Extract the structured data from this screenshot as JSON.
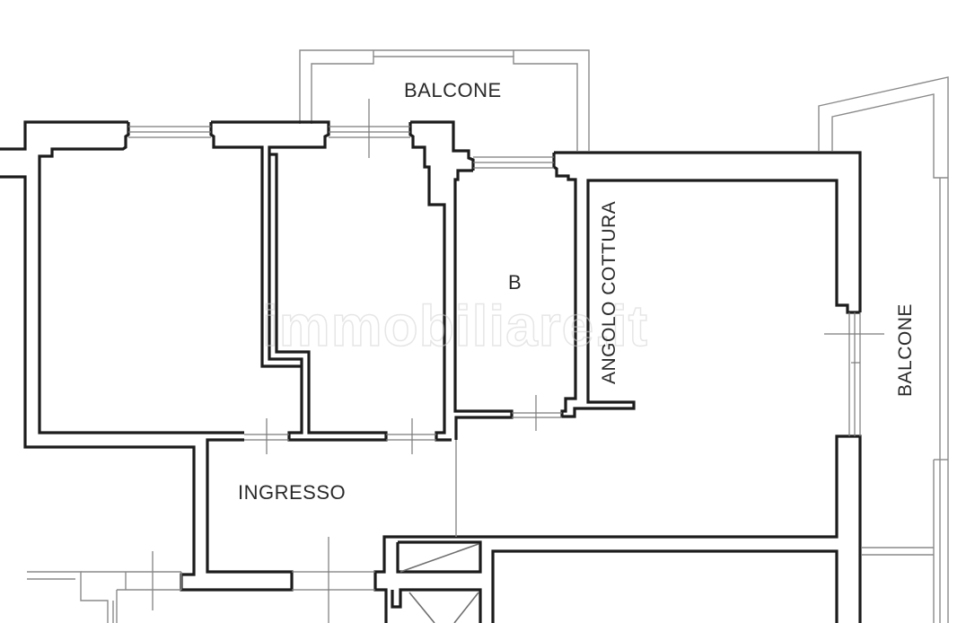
{
  "floor_plan": {
    "rooms": [
      {
        "id": "balcone-top",
        "label": "BALCONE"
      },
      {
        "id": "bagno",
        "label": "B"
      },
      {
        "id": "angolo-cottura",
        "label": "ANGOLO COTTURA"
      },
      {
        "id": "balcone-right",
        "label": "BALCONE"
      },
      {
        "id": "ingresso",
        "label": "INGRESSO"
      }
    ],
    "watermark": "immobiliare.it",
    "colors": {
      "wall": "#1c1c1c",
      "thin_line": "#8a8a8a",
      "background": "#ffffff",
      "text": "#2a2a2a"
    }
  }
}
